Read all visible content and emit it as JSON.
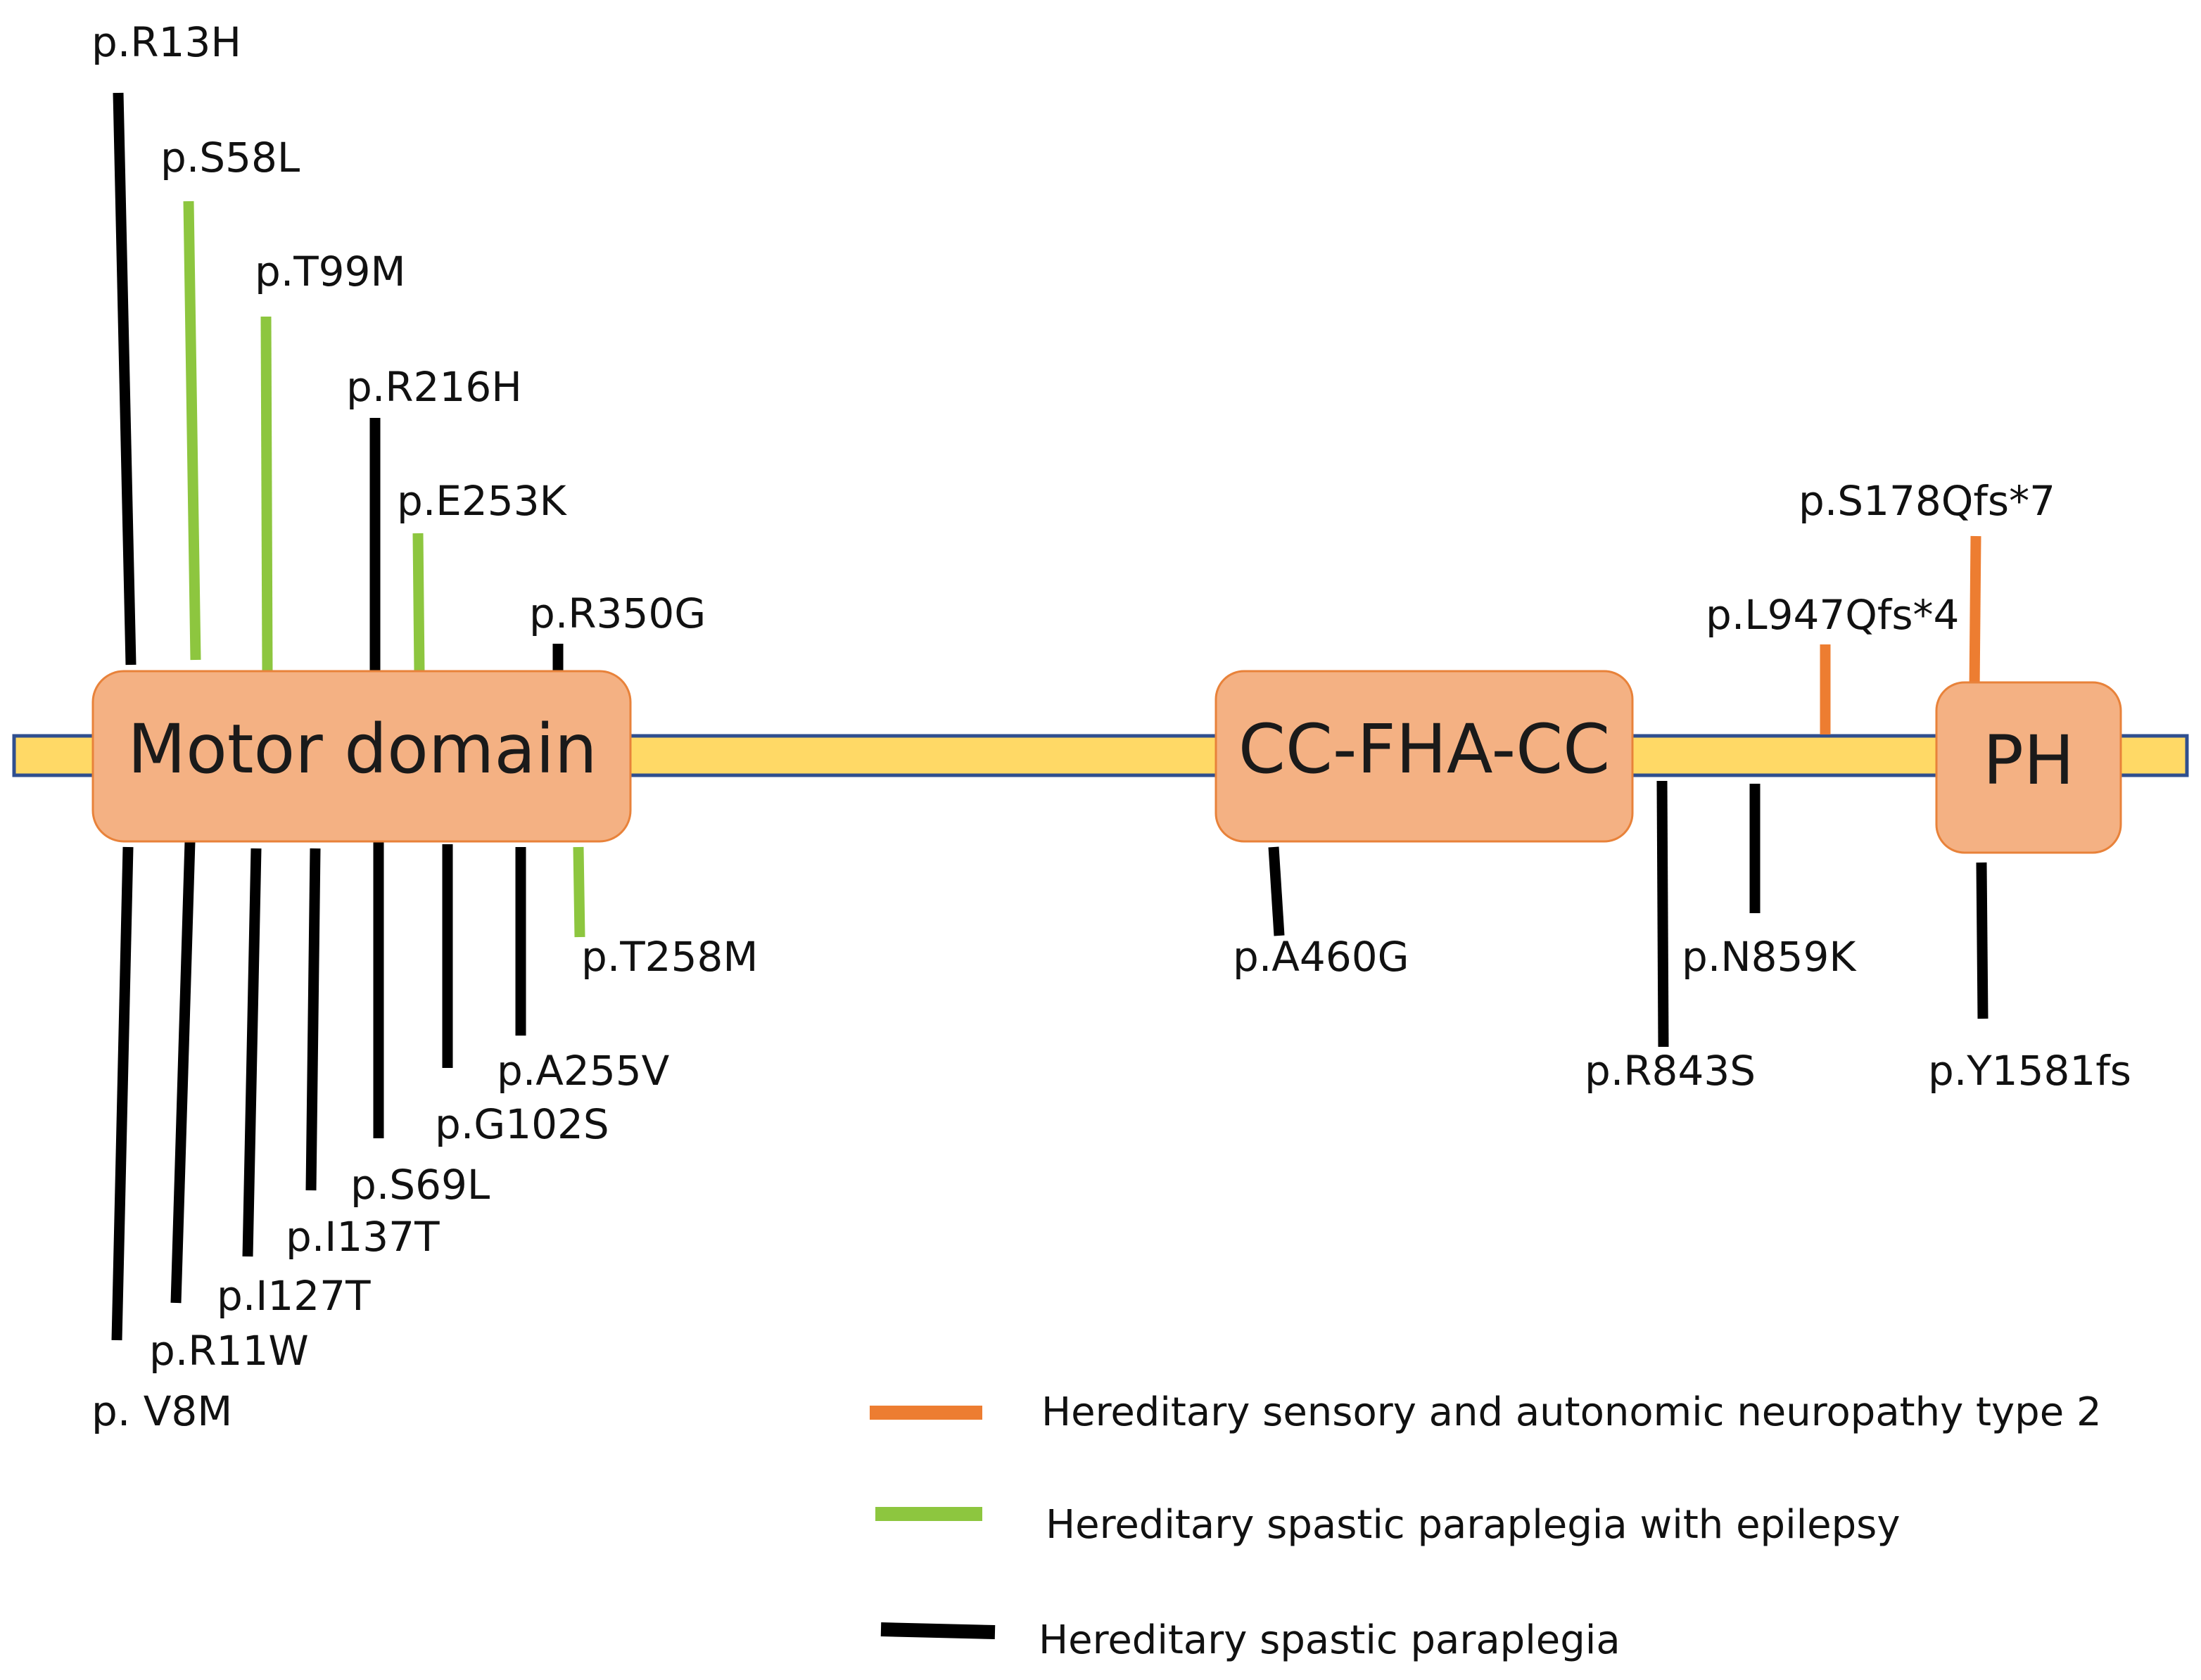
{
  "colors": {
    "backbone_fill": "#FFD966",
    "backbone_stroke": "#2F4F8F",
    "domain_fill": "#F4B183",
    "domain_stroke": "#E8823A",
    "hsan2": "#ED7D31",
    "hsp_epilepsy": "#8DC63F",
    "hsp": "#000000"
  },
  "domains": [
    {
      "id": "motor",
      "label": "Motor domain"
    },
    {
      "id": "ccfha",
      "label": "CC-FHA-CC"
    },
    {
      "id": "ph",
      "label": "PH"
    }
  ],
  "mutations_above": [
    {
      "id": "r13h",
      "label": "p.R13H",
      "category": "hsp"
    },
    {
      "id": "s58l",
      "label": "p.S58L",
      "category": "hsp_epilepsy"
    },
    {
      "id": "t99m",
      "label": "p.T99M",
      "category": "hsp_epilepsy"
    },
    {
      "id": "r216h",
      "label": "p.R216H",
      "category": "hsp"
    },
    {
      "id": "e253k",
      "label": "p.E253K",
      "category": "hsp_epilepsy"
    },
    {
      "id": "r350g",
      "label": "p.R350G",
      "category": "hsp"
    },
    {
      "id": "s178qfs7",
      "label": "p.S178Qfs*7",
      "category": "hsan2"
    },
    {
      "id": "l947qfs4",
      "label": "p.L947Qfs*4",
      "category": "hsan2"
    }
  ],
  "mutations_below": [
    {
      "id": "v8m",
      "label": "p. V8M",
      "category": "hsp"
    },
    {
      "id": "r11w",
      "label": "p.R11W",
      "category": "hsp"
    },
    {
      "id": "i127t",
      "label": "p.I127T",
      "category": "hsp"
    },
    {
      "id": "i137t",
      "label": "p.I137T",
      "category": "hsp"
    },
    {
      "id": "s69l",
      "label": "p.S69L",
      "category": "hsp"
    },
    {
      "id": "g102s",
      "label": "p.G102S",
      "category": "hsp"
    },
    {
      "id": "a255v",
      "label": "p.A255V",
      "category": "hsp"
    },
    {
      "id": "t258m",
      "label": "p.T258M",
      "category": "hsp_epilepsy"
    },
    {
      "id": "a460g",
      "label": "p.A460G",
      "category": "hsp"
    },
    {
      "id": "r843s",
      "label": "p.R843S",
      "category": "hsp"
    },
    {
      "id": "n859k",
      "label": "p.N859K",
      "category": "hsp"
    },
    {
      "id": "y1581fs",
      "label": "p.Y1581fs",
      "category": "hsp"
    }
  ],
  "legend": [
    {
      "category": "hsan2",
      "label": "Hereditary sensory and autonomic neuropathy type 2"
    },
    {
      "category": "hsp_epilepsy",
      "label": "Hereditary spastic paraplegia with epilepsy"
    },
    {
      "category": "hsp",
      "label": "Hereditary spastic paraplegia"
    }
  ]
}
